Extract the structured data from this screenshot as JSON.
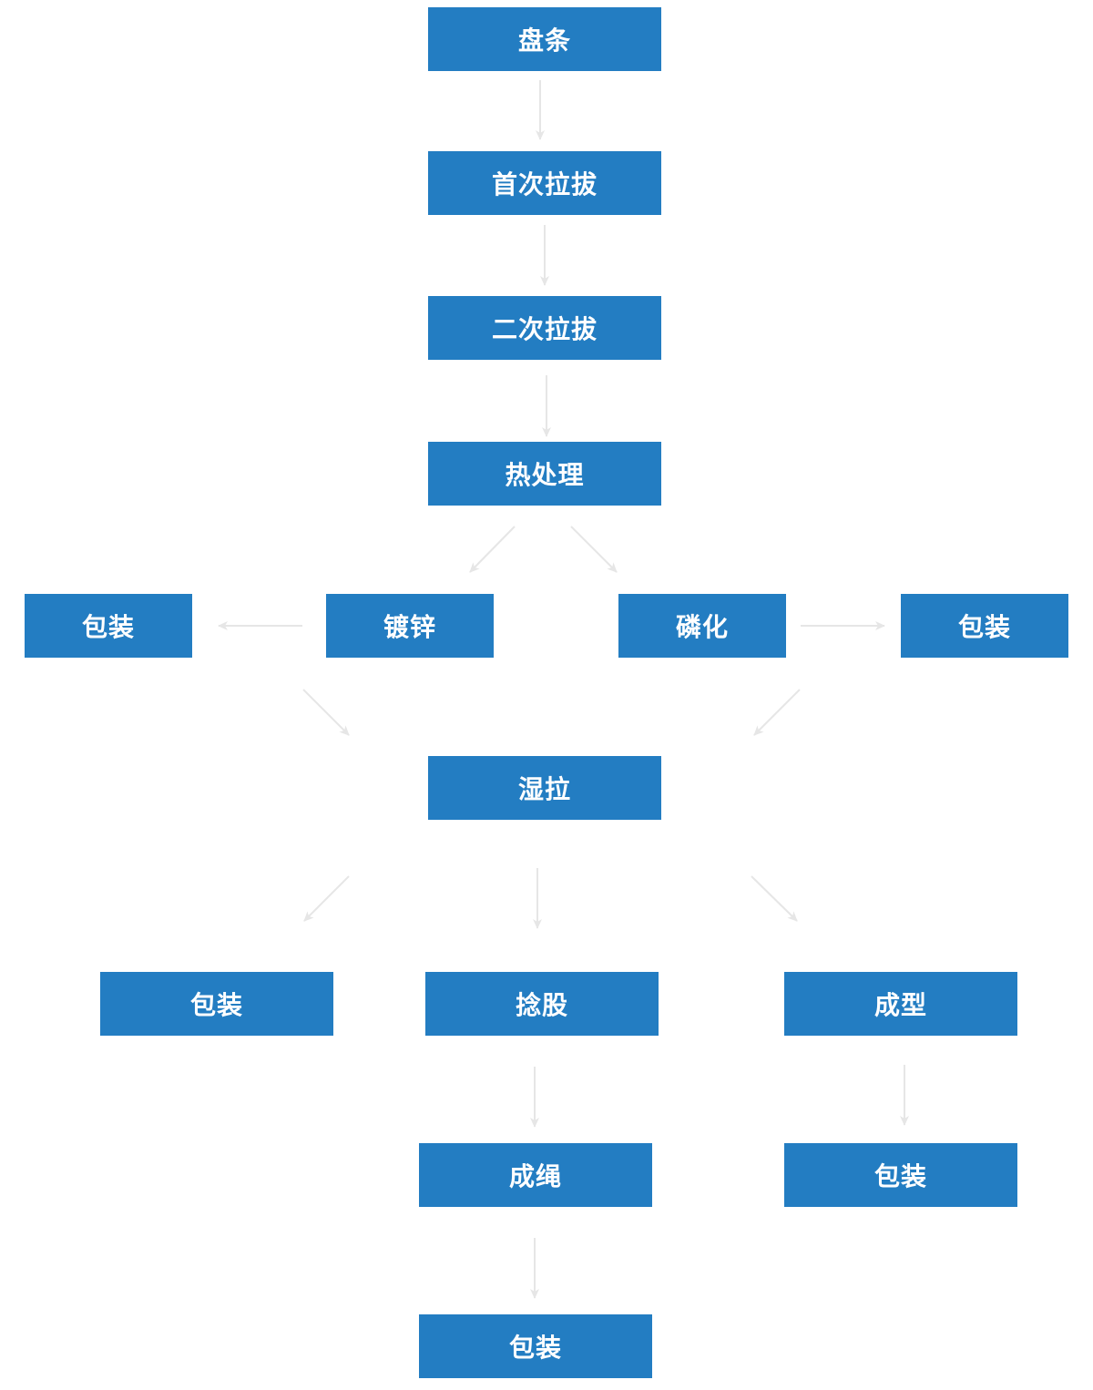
{
  "colors": {
    "node_fill": "#237dc2",
    "node_text": "#ffffff",
    "arrow": "#e6e6e6"
  },
  "nodes": {
    "coil": "盘条",
    "first_drawing": "首次拉拔",
    "second_drawing": "二次拉拔",
    "heat_treatment": "热处理",
    "galvanizing": "镀锌",
    "phosphating": "磷化",
    "packaging_left": "包装",
    "packaging_right": "包装",
    "wet_drawing": "湿拉",
    "packaging_wet": "包装",
    "stranding": "捻股",
    "forming": "成型",
    "rope_making": "成绳",
    "packaging_forming": "包装",
    "packaging_final": "包装"
  }
}
